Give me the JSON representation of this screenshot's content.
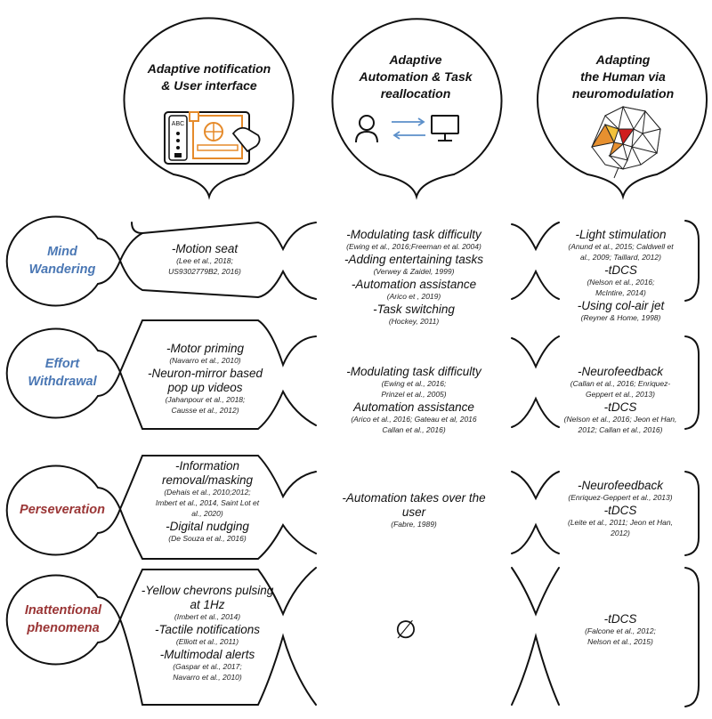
{
  "headers": {
    "col1": [
      "Adaptive notification",
      "& User interface"
    ],
    "col2": [
      "Adaptive",
      "Automation & Task",
      "reallocation"
    ],
    "col3": [
      "Adapting",
      "the Human via",
      "neuromodulation"
    ]
  },
  "states": [
    {
      "lines": [
        "Mind",
        "Wandering"
      ],
      "color": "#4a77b4"
    },
    {
      "lines": [
        "Effort",
        "Withdrawal"
      ],
      "color": "#4a77b4"
    },
    {
      "lines": [
        "Perseveration"
      ],
      "color": "#9a3535"
    },
    {
      "lines": [
        "Inattentional",
        "phenomena"
      ],
      "color": "#9a3535"
    }
  ],
  "row1": {
    "c1": [
      "-Motion seat",
      "(Lee et al., 2018;",
      "US9302779B2, 2016)"
    ],
    "c2": [
      "-Modulating task difficulty",
      "(Ewing et al., 2016;Freeman et al. 2004)",
      "-Adding entertaining tasks",
      "(Verwey & Zaidel, 1999)",
      "-Automation assistance",
      "(Arico et , 2019)",
      "-Task switching",
      "(Hockey, 2011)"
    ],
    "c3": [
      "-Light stimulation",
      "(Anund et al., 2015; Caldwell et",
      "al., 2009; Taillard, 2012)",
      "-tDCS",
      "(Nelson et al., 2016;",
      "McIntire, 2014)",
      "-Using col-air jet",
      "(Reyner & Home, 1998)"
    ]
  },
  "row2": {
    "c1": [
      "-Motor priming",
      "(Navarro et al., 2010)",
      "-Neuron-mirror based",
      "pop up videos",
      "(Jahanpour et al., 2018;",
      "Causse et al., 2012)"
    ],
    "c2": [
      "-Modulating task difficulty",
      "(Ewing et al., 2016;",
      "Prinzel et al., 2005)",
      "Automation assistance",
      "(Arico et al., 2016; Gateau et al, 2016",
      "Callan et al., 2016)"
    ],
    "c3": [
      "-Neurofeedback",
      "(Callan et al., 2016; Enriquez-",
      "Geppert et al., 2013)",
      "-tDCS",
      "(Nelson et al., 2016; Jeon et Han,",
      "2012; Callan et al., 2016)"
    ]
  },
  "row3": {
    "c1": [
      "-Information",
      "removal/masking",
      "(Dehais et al., 2010;2012;",
      "Imbert et al., 2014, Saint Lot et",
      "al., 2020)",
      "-Digital nudging",
      "(De Souza et al., 2016)"
    ],
    "c2": [
      "-Automation takes over the",
      "user",
      "(Fabre, 1989)"
    ],
    "c3": [
      "-Neurofeedback",
      "(Enriquez-Geppert et al., 2013)",
      "-tDCS",
      "(Leite et al., 2011; Jeon et Han,",
      "2012)"
    ]
  },
  "row4": {
    "c1": [
      "-Yellow chevrons pulsing",
      "at 1Hz",
      "(Imbert et al., 2014)",
      "-Tactile notifications",
      "(Elliott et al., 2011)",
      "-Multimodal alerts",
      "(Gaspar et al., 2017;",
      "Navarro et al., 2010)"
    ],
    "c2_symbol": "∅",
    "c3": [
      "-tDCS",
      "(Falcone et al., 2012;",
      "Nelson et al., 2015)"
    ]
  },
  "icons": {
    "ui": "tablet-touch-icon",
    "automation": "person-computer-swap-icon",
    "neuro": "polygon-brain-icon",
    "ui_icon_text": "ABC",
    "colors": {
      "icon_orange": "#e58a2a",
      "arrow_blue": "#5b8fc9",
      "brain_red": "#d01e1e",
      "brain_yellow": "#f3c23a",
      "brain_orange": "#e7902f"
    }
  }
}
